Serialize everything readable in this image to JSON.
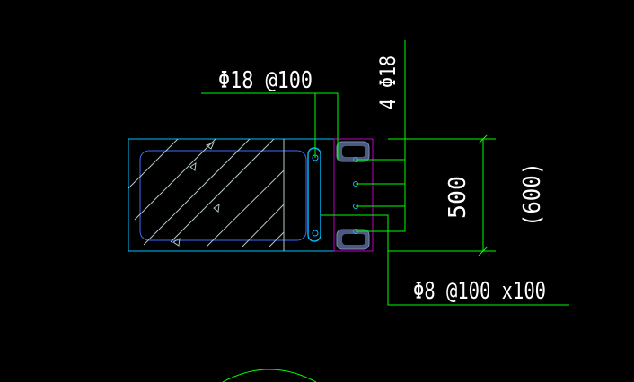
{
  "drawing": {
    "labels": {
      "stirrup_top": "Φ18 @100",
      "rebar_count": "4 Φ18",
      "tie_bottom": "Φ8 @100 x100",
      "dimension_500": "500",
      "dimension_600": "(600)"
    },
    "colors": {
      "background": "#000000",
      "leader_lines": "#00ff00",
      "section_outline": "#00bfff",
      "hatch": "#b4c8c8",
      "detail_box": "#c000c0",
      "rebar": "#00bfff",
      "text": "#ffffff"
    }
  }
}
